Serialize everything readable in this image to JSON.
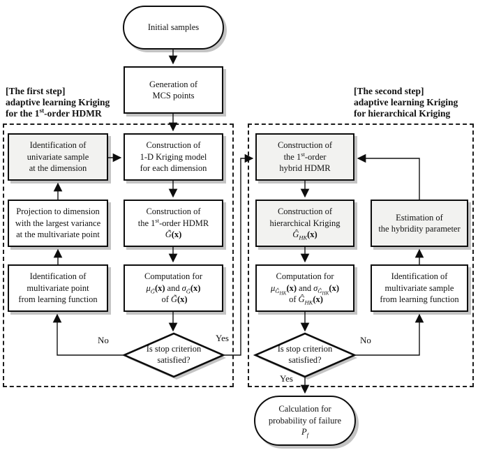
{
  "colors": {
    "box_border": "#0d0d0d",
    "shaded_fill": "#f2f2f0",
    "white_fill": "#ffffff",
    "shadow": "#c4c4c4",
    "dashed_border": "#1c1c1c"
  },
  "start_oval": {
    "label": "Initial samples"
  },
  "gen_box": {
    "line1": "Generation of",
    "line2": "MCS points"
  },
  "step1_label": {
    "line1": "[The first step]",
    "line2": "adaptive learning Kriging",
    "line3_pre": "for the 1",
    "line3_sup": "st",
    "line3_post": "-order HDMR"
  },
  "step2_label": {
    "line1": "[The second step]",
    "line2": "adaptive learning Kriging",
    "line3": "for hierarchical Kriging"
  },
  "left": {
    "identify_univariate": {
      "line1": "Identification of",
      "line2": "univariate sample",
      "line3": "at the dimension"
    },
    "projection": {
      "line1": "Projection to dimension",
      "line2": "with the largest variance",
      "line3": "at the multivariate point"
    },
    "identify_multivariate": {
      "line1": "Identification of",
      "line2": "multivariate point",
      "line3": "from learning function"
    }
  },
  "middle": {
    "kriging_1d": {
      "line1": "Construction of",
      "line2": "1-D Kriging model",
      "line3": "for each dimension"
    },
    "hdmr": {
      "line1": "Construction of",
      "line2_pre": "the 1",
      "line2_sup": "st",
      "line2_post": "-order HDMR",
      "math_g": "G̃",
      "math_arg": "(x)"
    },
    "computation": {
      "line1": "Computation for",
      "mu": "μ",
      "mu_sub": "G̃",
      "mu_arg": "(x)",
      "and": "and",
      "sigma": "σ",
      "sigma_sub": "G̃",
      "sigma_arg": "(x)",
      "of": "of",
      "of_g": "G̃",
      "of_arg": "(x)"
    }
  },
  "decision1": {
    "line1": "Is stop criterion",
    "line2": "satisfied?",
    "no": "No",
    "yes": "Yes"
  },
  "right": {
    "hybrid_hdmr": {
      "line1": "Construction of",
      "line2_pre": "the 1",
      "line2_sup": "st",
      "line2_post": "-order",
      "line3": "hybrid HDMR"
    },
    "hierarchical_kriging": {
      "line1": "Construction of",
      "line2": "hierarchical Kriging",
      "math_g": "Ĝ",
      "math_sub": "HK",
      "math_arg": "(x)"
    },
    "computation": {
      "line1": "Computation for",
      "mu": "μ",
      "mu_sub_g": "Ĝ",
      "mu_sub_hk": "HK",
      "mu_arg": "(x)",
      "and": "and",
      "sigma": "σ",
      "sigma_sub_g": "Ĝ",
      "sigma_sub_hk": "HK",
      "sigma_arg": "(x)",
      "of": "of",
      "of_g": "Ĝ",
      "of_sub": "HK",
      "of_arg": "(x)"
    },
    "estimation": {
      "line1": "Estimation of",
      "line2": "the hybridity parameter"
    },
    "identify_sample": {
      "line1": "Identification of",
      "line2": "multivariate sample",
      "line3": "from learning function"
    }
  },
  "decision2": {
    "line1": "Is stop criterion",
    "line2": "satisfied?",
    "no": "No",
    "yes": "Yes"
  },
  "end_oval": {
    "line1": "Calculation for",
    "line2": "probability of failure",
    "symbol": "P",
    "symbol_sub": "f"
  }
}
